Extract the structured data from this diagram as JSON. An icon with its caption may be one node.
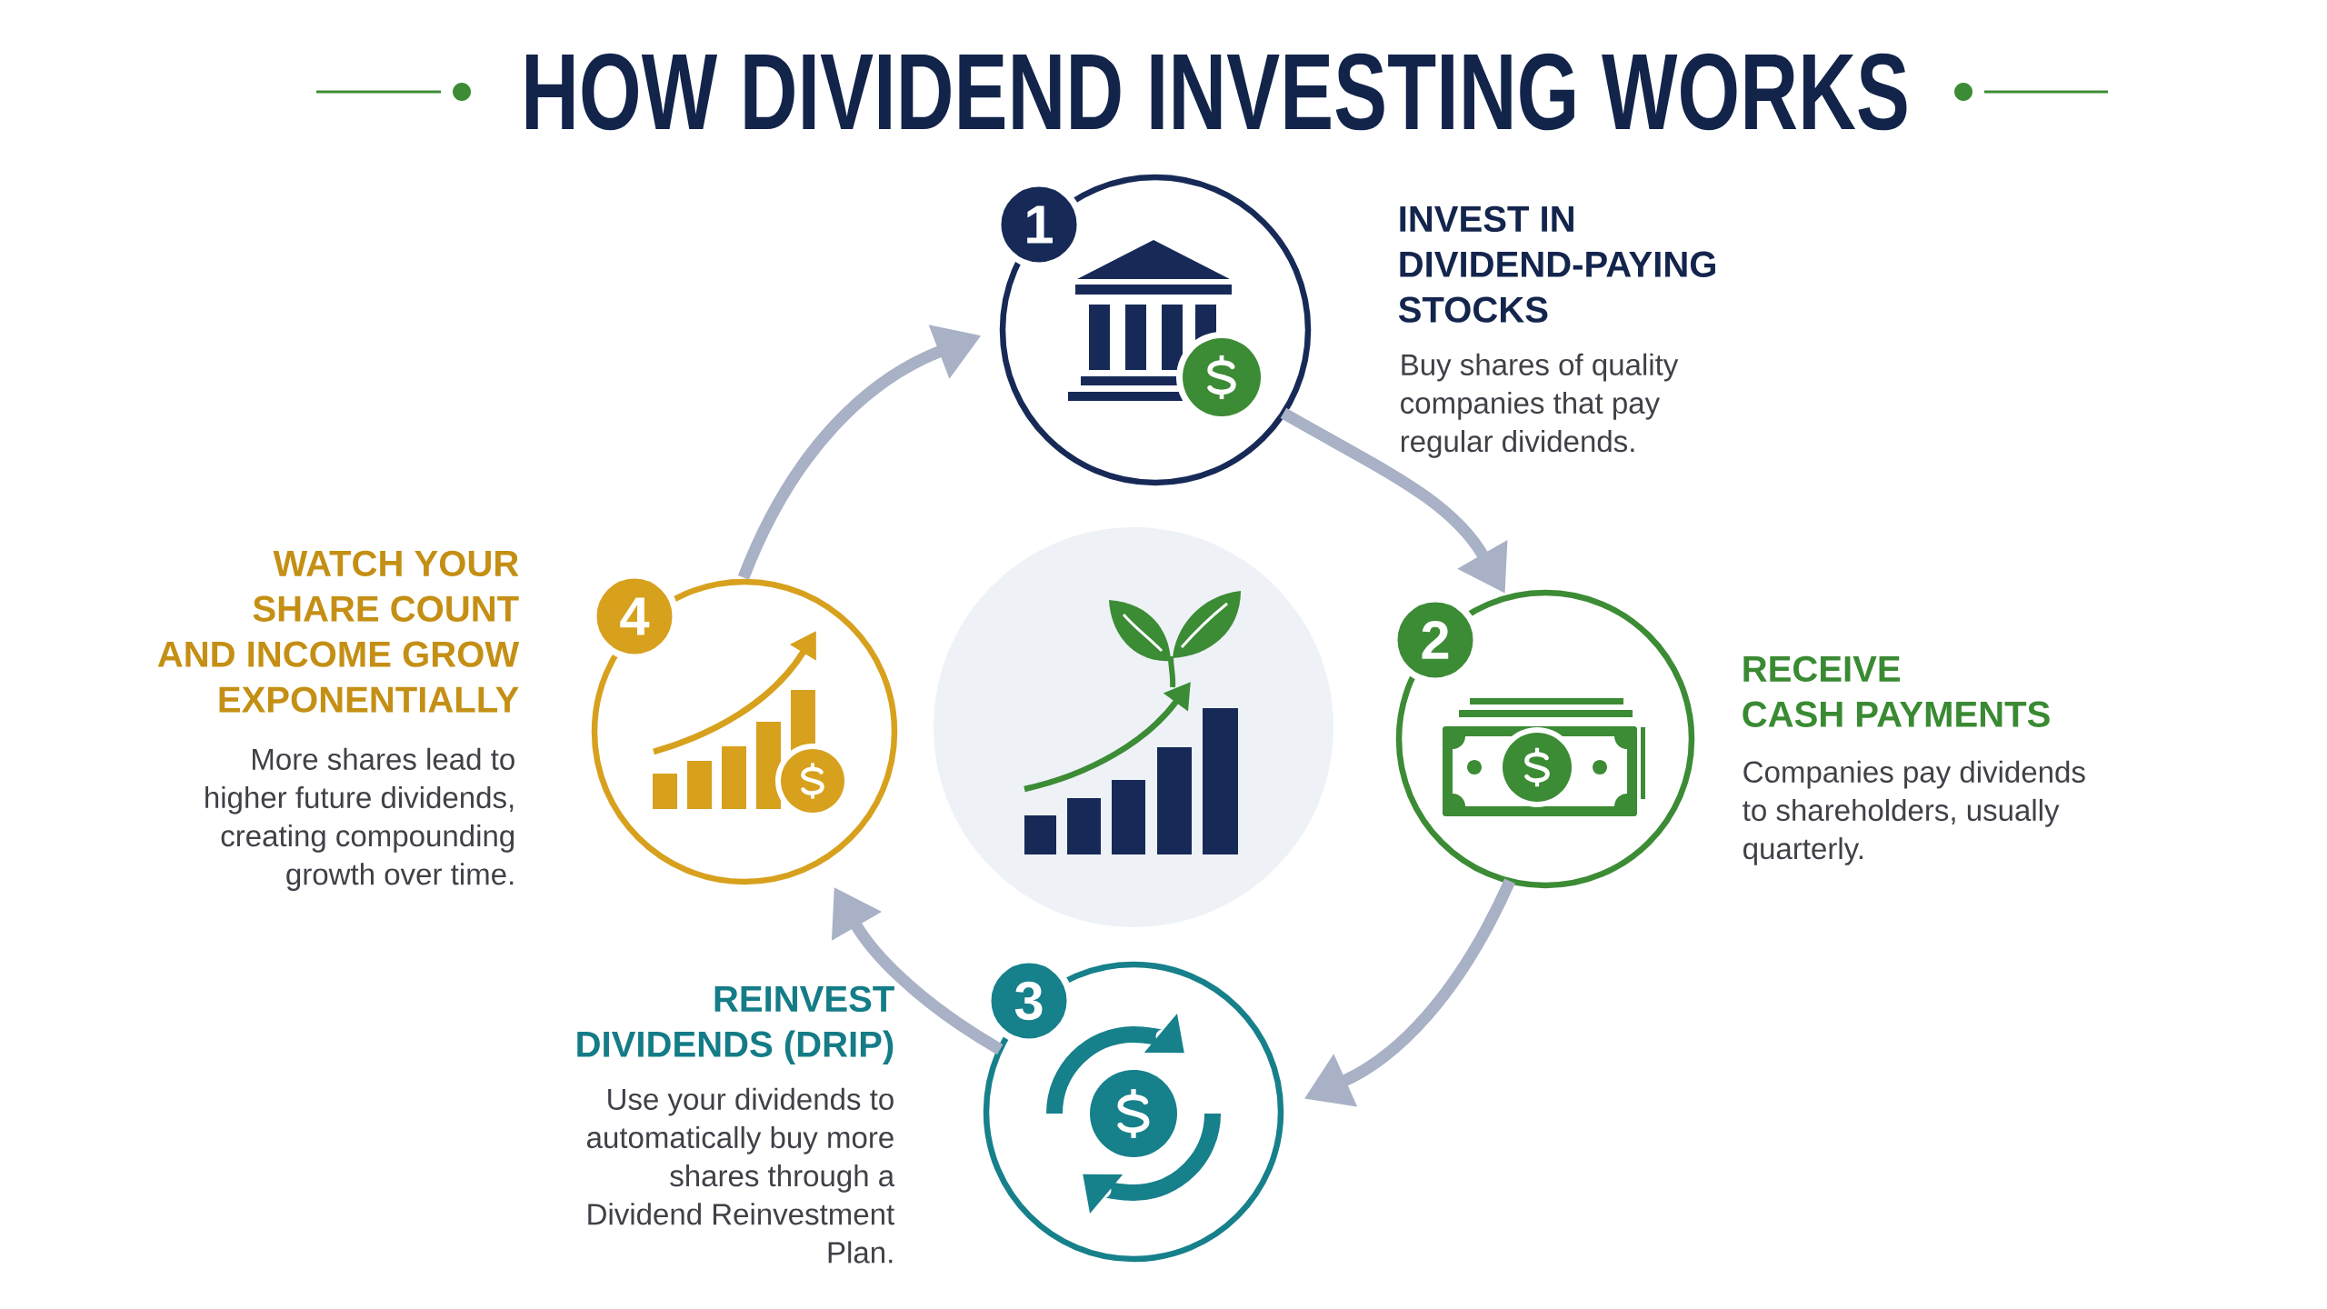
{
  "diagram": {
    "title": "HOW DIVIDEND INVESTING WORKS",
    "nodes": [
      {
        "text": [
          "1"
        ]
      },
      {
        "text": [
          "INVEST IN DIVIDEND-PAYING STOCKS",
          "Buy shares of quality companies that pay regular dividends."
        ]
      },
      {
        "text": [
          "2"
        ]
      },
      {
        "text": [
          "RECEIVE CASH PAYMENTS",
          "Companies pay dividends to shareholders, usually quarterly."
        ]
      },
      {
        "text": [
          "3"
        ]
      },
      {
        "text": [
          "REINVEST DIVIDENDS (DRIP)",
          "Use your dividends to automatically buy more shares through a Dividend Reinvestment Plan."
        ]
      },
      {
        "text": [
          "4"
        ]
      },
      {
        "text": [
          "WATCH YOUR SHARE COUNT AND INCOME GROW EXPONENTIALLY",
          "More shares lead to higher future dividends, creating compounding growth over time."
        ]
      },
      {
        "text": [],
        "shape": "circle"
      }
    ],
    "edges": [
      {
        "from": 1,
        "to": 3,
        "arrow": "to"
      },
      {
        "from": 3,
        "to": 5,
        "arrow": "to"
      },
      {
        "from": 5,
        "to": 7,
        "arrow": "to"
      },
      {
        "from": 7,
        "to": 1,
        "arrow": "to"
      }
    ]
  }
}
